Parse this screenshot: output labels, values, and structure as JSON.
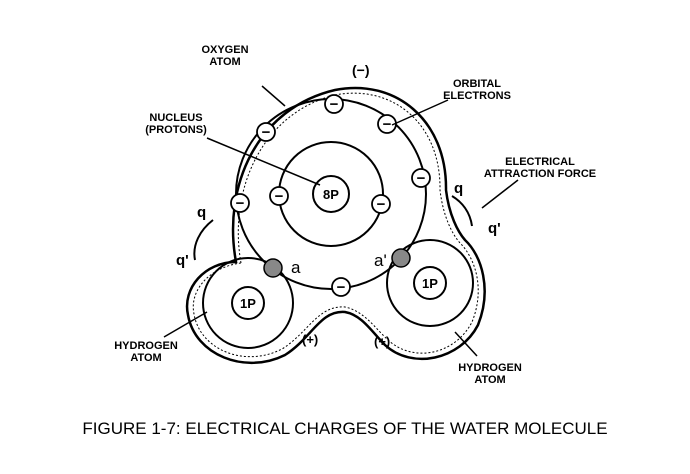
{
  "labels": {
    "oxygen_atom": "OXYGEN\nATOM",
    "orbital_electrons": "ORBITAL\nELECTRONS",
    "nucleus": "NUCLEUS\n(PROTONS)",
    "electrical_attraction_force": "ELECTRICAL\nATTRACTION FORCE",
    "hydrogen_atom_left": "HYDROGEN\nATOM",
    "hydrogen_atom_right": "HYDROGEN\nATOM"
  },
  "symbols": {
    "oxygen_charge": "(−)",
    "hydrogen_charge_left": "(+)",
    "hydrogen_charge_right": "(+)",
    "q_left": "q",
    "q_prime_left": "q'",
    "q_right": "q",
    "q_prime_right": "q'",
    "bond_a": "a",
    "bond_a_prime": "a'"
  },
  "nuclei": {
    "oxygen": "8P",
    "hydrogen_left": "1P",
    "hydrogen_right": "1P"
  },
  "electron_symbol": "−",
  "caption": "FIGURE 1-7: ELECTRICAL CHARGES OF THE WATER MOLECULE"
}
